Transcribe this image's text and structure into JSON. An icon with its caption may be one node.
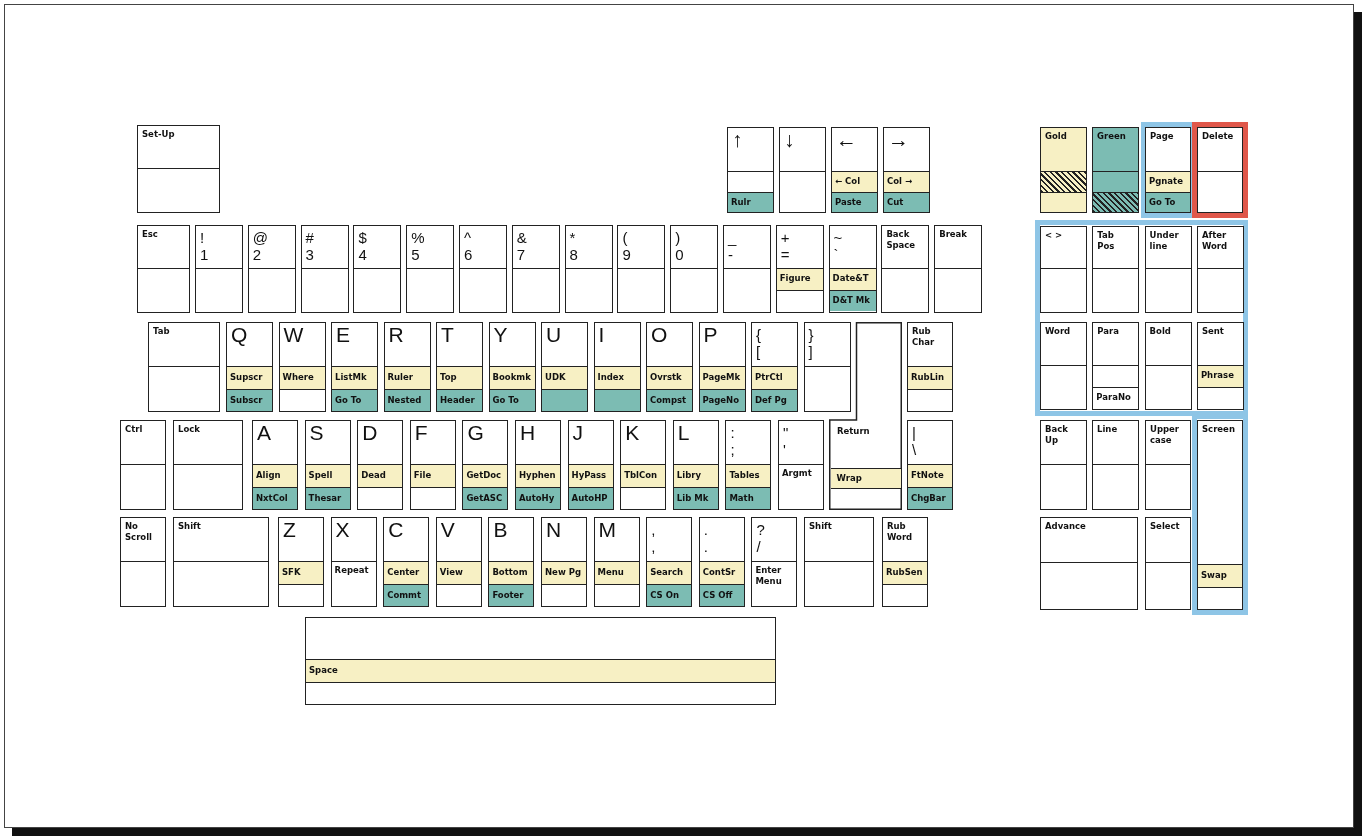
{
  "diagram": {
    "nodes": [
      {
        "text": [
          "Set-Up"
        ]
      },
      {
        "text": [
          "↑",
          "Rulr"
        ]
      },
      {
        "text": [
          "↓"
        ]
      },
      {
        "text": [
          "←",
          "← Col",
          "Paste"
        ]
      },
      {
        "text": [
          "→",
          "Col →",
          "Cut"
        ]
      },
      {
        "text": [
          "Gold"
        ]
      },
      {
        "text": [
          "Green"
        ]
      },
      {
        "text": [
          "Page",
          "Pgnate",
          "Go To"
        ]
      },
      {
        "text": [
          "Delete"
        ]
      },
      {
        "text": [
          "Esc"
        ]
      },
      {
        "text": [
          "!",
          "1"
        ]
      },
      {
        "text": [
          "@",
          "2"
        ]
      },
      {
        "text": [
          "#",
          "3"
        ]
      },
      {
        "text": [
          "$",
          "4"
        ]
      },
      {
        "text": [
          "%",
          "5"
        ]
      },
      {
        "text": [
          "^",
          "6"
        ]
      },
      {
        "text": [
          "&",
          "7"
        ]
      },
      {
        "text": [
          "*",
          "8"
        ]
      },
      {
        "text": [
          "(",
          "9"
        ]
      },
      {
        "text": [
          ")",
          "0"
        ]
      },
      {
        "text": [
          "_",
          "-"
        ]
      },
      {
        "text": [
          "+",
          "=",
          "Figure"
        ]
      },
      {
        "text": [
          "~",
          "`",
          "Date&T",
          "D&T Mk"
        ]
      },
      {
        "text": [
          "Back Space"
        ]
      },
      {
        "text": [
          "Break"
        ]
      },
      {
        "text": [
          "< >"
        ]
      },
      {
        "text": [
          "Tab Pos"
        ]
      },
      {
        "text": [
          "Under line"
        ]
      },
      {
        "text": [
          "After Word"
        ]
      },
      {
        "text": [
          "Tab"
        ]
      },
      {
        "text": [
          "Q",
          "Supscr",
          "Subscr"
        ]
      },
      {
        "text": [
          "W",
          "Where"
        ]
      },
      {
        "text": [
          "E",
          "ListMk",
          "Go To"
        ]
      },
      {
        "text": [
          "R",
          "Ruler",
          "Nested"
        ]
      },
      {
        "text": [
          "T",
          "Top",
          "Header"
        ]
      },
      {
        "text": [
          "Y",
          "Bookmk",
          "Go To"
        ]
      },
      {
        "text": [
          "U",
          "UDK"
        ]
      },
      {
        "text": [
          "I",
          "Index"
        ]
      },
      {
        "text": [
          "O",
          "Ovrstk",
          "Compst"
        ]
      },
      {
        "text": [
          "P",
          "PageMk",
          "PageNo"
        ]
      },
      {
        "text": [
          "{",
          "[",
          "PtrCtl",
          "Def Pg"
        ]
      },
      {
        "text": [
          "}",
          "]"
        ]
      },
      {
        "text": [
          "Return",
          "Wrap"
        ]
      },
      {
        "text": [
          "Rub Char",
          "RubLin"
        ]
      },
      {
        "text": [
          "Word"
        ]
      },
      {
        "text": [
          "Para",
          "ParaNo"
        ]
      },
      {
        "text": [
          "Bold"
        ]
      },
      {
        "text": [
          "Sent",
          "Phrase"
        ]
      },
      {
        "text": [
          "Ctrl"
        ]
      },
      {
        "text": [
          "Lock"
        ]
      },
      {
        "text": [
          "A",
          "Align",
          "NxtCol"
        ]
      },
      {
        "text": [
          "S",
          "Spell",
          "Thesar"
        ]
      },
      {
        "text": [
          "D",
          "Dead"
        ]
      },
      {
        "text": [
          "F",
          "File"
        ]
      },
      {
        "text": [
          "G",
          "GetDoc",
          "GetASC"
        ]
      },
      {
        "text": [
          "H",
          "Hyphen",
          "AutoHy"
        ]
      },
      {
        "text": [
          "J",
          "HyPass",
          "AutoHP"
        ]
      },
      {
        "text": [
          "K",
          "TblCon"
        ]
      },
      {
        "text": [
          "L",
          "Libry",
          "Lib Mk"
        ]
      },
      {
        "text": [
          ":",
          ";",
          "Tables",
          "Math"
        ]
      },
      {
        "text": [
          "\"",
          "'",
          "Argmt"
        ]
      },
      {
        "text": [
          "|",
          "\\",
          "FtNote",
          "ChgBar"
        ]
      },
      {
        "text": [
          "Back Up"
        ]
      },
      {
        "text": [
          "Line"
        ]
      },
      {
        "text": [
          "Upper case"
        ]
      },
      {
        "text": [
          "Screen",
          "Swap"
        ]
      },
      {
        "text": [
          "No Scroll"
        ]
      },
      {
        "text": [
          "Shift"
        ]
      },
      {
        "text": [
          "Z",
          "SFK"
        ]
      },
      {
        "text": [
          "X",
          "Repeat"
        ]
      },
      {
        "text": [
          "C",
          "Center",
          "Commt"
        ]
      },
      {
        "text": [
          "V",
          "View"
        ]
      },
      {
        "text": [
          "B",
          "Bottom",
          "Footer"
        ]
      },
      {
        "text": [
          "N",
          "New Pg"
        ]
      },
      {
        "text": [
          "M",
          "Menu"
        ]
      },
      {
        "text": [
          ",",
          ",",
          "Search",
          "CS On"
        ]
      },
      {
        "text": [
          ".",
          ".",
          "ContSr",
          "CS Off"
        ]
      },
      {
        "text": [
          "?",
          "/",
          "Enter Menu"
        ]
      },
      {
        "text": [
          "Shift"
        ]
      },
      {
        "text": [
          "Rub Word",
          "RubSen"
        ]
      },
      {
        "text": [
          "Advance"
        ]
      },
      {
        "text": [
          "Select"
        ]
      },
      {
        "text": [
          "Space"
        ]
      }
    ]
  }
}
